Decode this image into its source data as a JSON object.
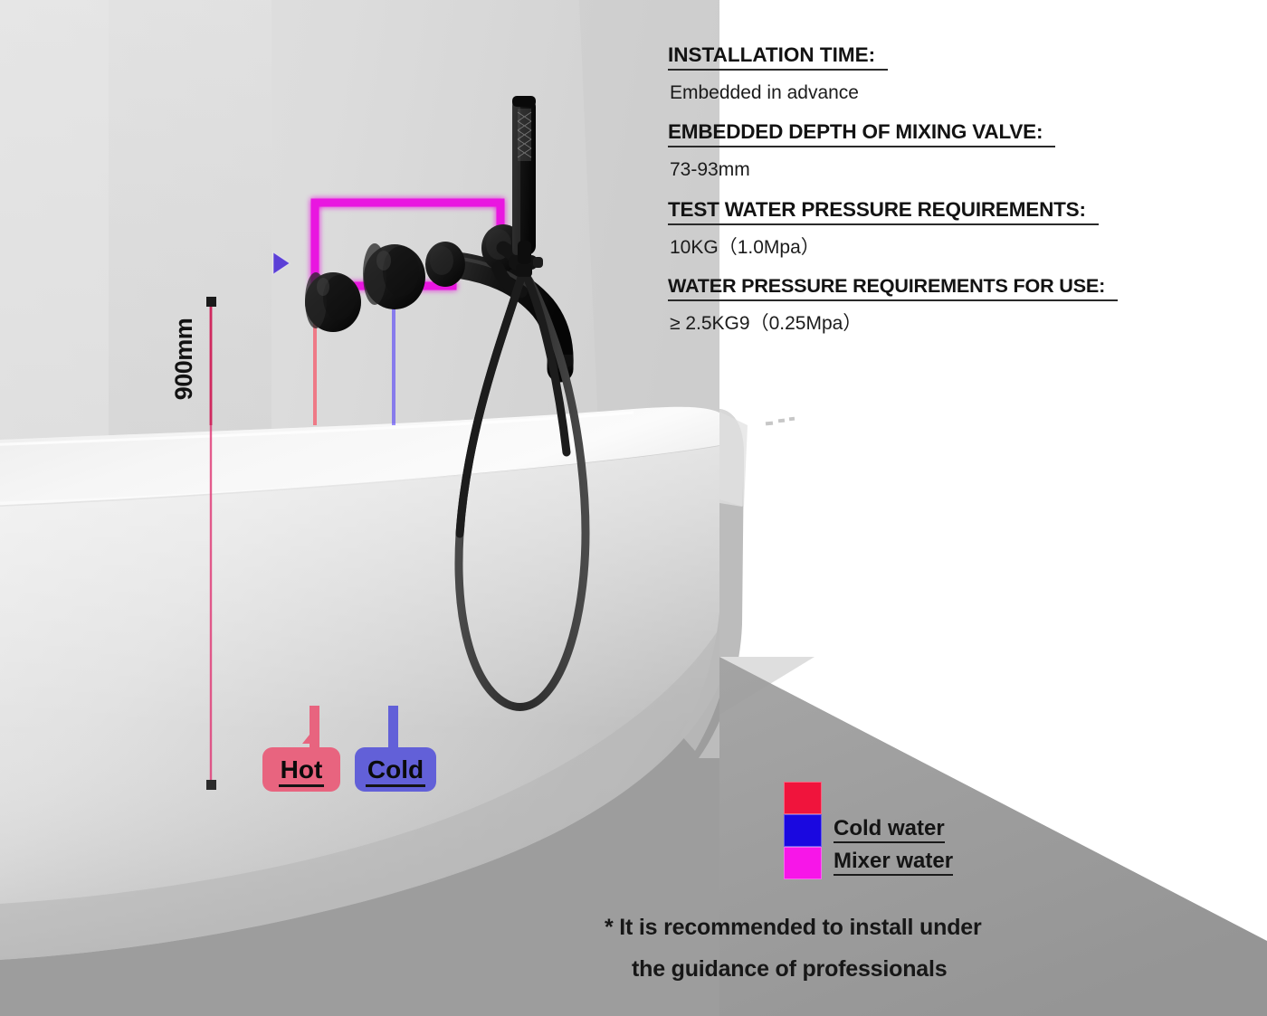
{
  "document": {
    "title": "Wall Mounted Bath Mixer Installation Diagram",
    "type": "installation-diagram"
  },
  "spec_panel": {
    "blocks": [
      {
        "heading": "INSTALLATION TIME:",
        "value": "Embedded in advance"
      },
      {
        "heading": "EMBEDDED DEPTH OF MIXING VALVE:",
        "value": "73-93mm"
      },
      {
        "heading": "TEST WATER PRESSURE REQUIREMENTS:",
        "value": "10KG（1.0Mpa）"
      },
      {
        "heading": "WATER PRESSURE REQUIREMENTS FOR USE:",
        "value": "≥ 2.5KG9（0.25Mpa）"
      }
    ]
  },
  "dimension": {
    "height_label": "900mm"
  },
  "pipe_tags": {
    "hot": "Hot",
    "cold": "Cold"
  },
  "legend": {
    "items": [
      {
        "label": "",
        "color": "#f0143c"
      },
      {
        "label": "Cold water",
        "color": "#1a08e0"
      },
      {
        "label": "Mixer water",
        "color": "#f716e8"
      }
    ]
  },
  "footnote": {
    "line1": "* It is recommended to install under",
    "line2": "the guidance of professionals"
  },
  "colors": {
    "hot_pipe": "#f0102c",
    "cold_pipe": "#1a08d8",
    "mixer_pipe": "#e914e0",
    "dimension_line": "#e0407a",
    "fixture_black": "#151515",
    "wall_gray": "#d2d2d2",
    "tub_white": "#f3f3f3",
    "floor_gray": "#9c9c9c",
    "panel_white": "#ffffff",
    "cursor_arrow": "#5b3fd6"
  },
  "scene": {
    "wall_label": "bathroom-wall",
    "tub_label": "freestanding-bathtub",
    "floor_label": "floor",
    "fixture_label": "wall-mounted-bath-mixer",
    "handshower_label": "hand-shower",
    "hose_label": "shower-hose",
    "spout_label": "tub-spout"
  }
}
